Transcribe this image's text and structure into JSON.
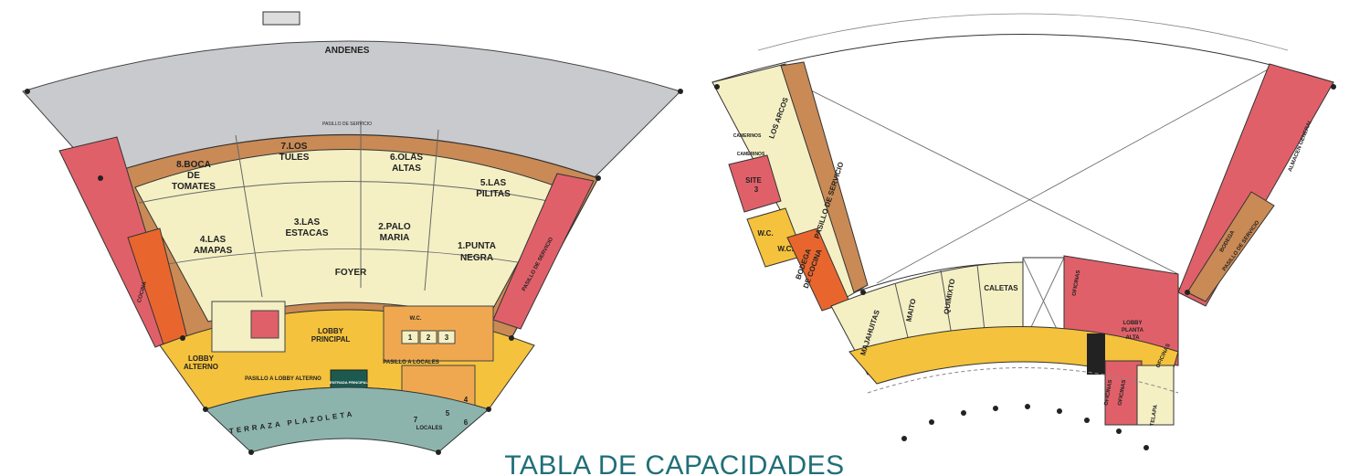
{
  "left_plan": {
    "andenes": "ANDENES",
    "pasillo_servicio_top": "PASILLO DE SERVICIO",
    "rooms": {
      "r8": [
        "8.BOCA",
        "DE",
        "TOMATES"
      ],
      "r7": [
        "7.LOS",
        "TULES"
      ],
      "r6": [
        "6.OLAS",
        "ALTAS"
      ],
      "r5": [
        "5.LAS",
        "PILITAS"
      ],
      "r4": [
        "4.LAS",
        "AMAPAS"
      ],
      "r3": [
        "3.LAS",
        "ESTACAS"
      ],
      "r2": [
        "2.PALO",
        "MARIA"
      ],
      "r1": [
        "1.PUNTA",
        "NEGRA"
      ]
    },
    "foyer": "FOYER",
    "lobby_principal": [
      "LOBBY",
      "PRINCIPAL"
    ],
    "lobby_alterno": [
      "LOBBY",
      "ALTERNO"
    ],
    "pasillo_lobby_alterno": "PASILLO A LOBBY ALTERNO",
    "pasillo_locales": "PASILLO A LOCALES",
    "wc": "W.C.",
    "cocina": "COCINA",
    "pasillo_servicio_right": "PASILLO DE SERVICIO",
    "terraza": "TERRAZA PLAZOLETA",
    "entrada": "ENTRADA PRINCIPAL",
    "locales": "LOCALES",
    "local_numbers": [
      "1",
      "2",
      "3",
      "4",
      "5",
      "6",
      "7"
    ]
  },
  "right_plan": {
    "los_arcos": "LOS ARCOS",
    "camerinos": [
      "CAMERINOS",
      "CAMERINOS"
    ],
    "site": [
      "SITE",
      "3"
    ],
    "wc1": "W.C.",
    "wc2": "W.C.",
    "bodega": [
      "BODEGA",
      "DE COCINA"
    ],
    "pasillo_servicio_left": "PASILLO DE SERVICIO",
    "majahuitas": "MAJAHUITAS",
    "maito": "MAITO",
    "quimixto": "QUIMIXTO",
    "caletas": "CALETAS",
    "oficinas": [
      "OFICINAS",
      "OFICINAS",
      "OFICINAS",
      "OFICINAS"
    ],
    "lobby_planta_alta": [
      "LOBBY",
      "PLANTA",
      "ALTA"
    ],
    "pasillo_servicio_right": "PASILLO DE SERVICIO",
    "almacen": "ALMACEN GENERAL",
    "telapa": "TELAPA",
    "bodega2": "BODEGA"
  },
  "caption": "TABLA DE CAPACIDADES",
  "colors": {
    "cream": "#f4f0c4",
    "brown": "#c98a55",
    "gray": "#c9cacd",
    "red": "#e0606a",
    "orange": "#e8662d",
    "yellow": "#f4c23c",
    "teal": "#8cb4ad",
    "caption": "#1f6f78"
  }
}
